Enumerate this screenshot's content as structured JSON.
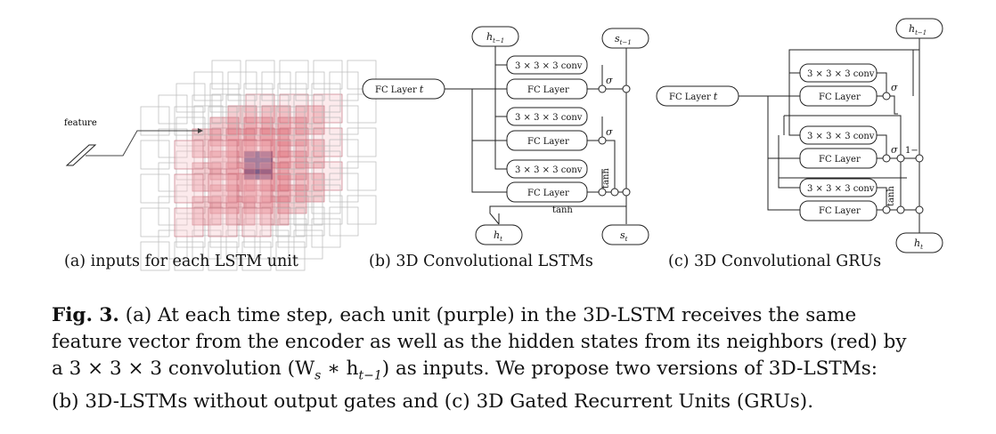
{
  "panel_a": {
    "feature_label": "feature",
    "subcaption": "(a) inputs for each LSTM unit"
  },
  "panel_b": {
    "h_prev": "h",
    "h_prev_sub": "t−1",
    "s_prev": "s",
    "s_prev_sub": "t−1",
    "fc_input": "FC Layer",
    "fc_input_t": "t",
    "conv_1": "3 × 3 × 3 conv",
    "conv_2": "3 × 3 × 3 conv",
    "conv_3": "3 × 3 × 3 conv",
    "fc_1": "FC Layer",
    "fc_2": "FC Layer",
    "fc_3": "FC Layer",
    "sigma_1": "σ",
    "sigma_2": "σ",
    "tanh_1": "tanh",
    "tanh_2": "tanh",
    "h_out": "h",
    "h_out_sub": "t",
    "s_out": "s",
    "s_out_sub": "t",
    "subcaption": "(b) 3D Convolutional LSTMs"
  },
  "panel_c": {
    "h_prev": "h",
    "h_prev_sub": "t−1",
    "fc_input": "FC Layer",
    "fc_input_t": "t",
    "conv_1": "3 × 3 × 3 conv",
    "conv_2": "3 × 3 × 3 conv",
    "conv_3": "3 × 3 × 3 conv",
    "fc_1": "FC Layer",
    "fc_2": "FC Layer",
    "fc_3": "FC Layer",
    "sigma_1": "σ",
    "sigma_2": "σ",
    "one_minus": "1−",
    "tanh_1": "tanh",
    "h_out": "h",
    "h_out_sub": "t",
    "subcaption": "(c) 3D Convolutional GRUs"
  },
  "caption": {
    "label": "Fig. 3.",
    "line1": " (a) At each time step, each unit (purple) in the 3D-LSTM receives the same",
    "line2": "feature vector from the encoder as well as the hidden states from its neighbors (red) by",
    "line3": "a 3 × 3 × 3 convolution (W",
    "line3_sub": "s",
    "line3_mid": " ∗ h",
    "line3_sub2": "t−1",
    "line3_end": ") as inputs. We propose two versions of 3D-LSTMs:",
    "line4": "(b) 3D-LSTMs without output gates and (c) 3D Gated Recurrent Units (GRUs)."
  },
  "colors": {
    "red_light": "#f6c4c8",
    "red_mid": "#ef9aa2",
    "red_dark": "#e0707c",
    "purple": "#6e4f7e",
    "line": "#222222",
    "grid": "#b8b8b8"
  }
}
